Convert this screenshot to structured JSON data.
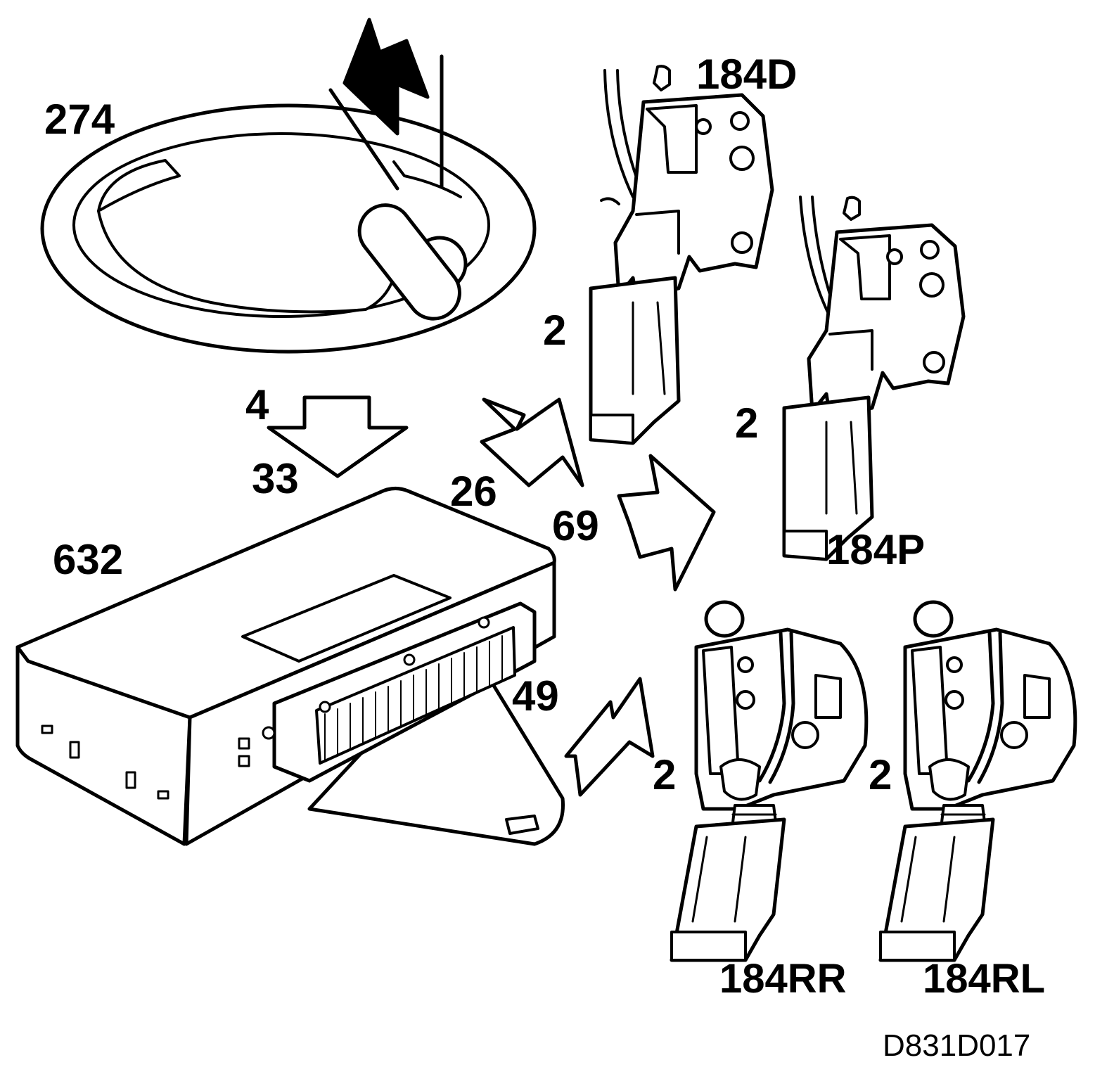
{
  "labels": {
    "switch": "274",
    "module": "632",
    "arrow_in_top": "4",
    "arrow_in_bottom": "33",
    "arrow_out_1": "26",
    "arrow_out_2": "69",
    "arrow_out_3": "49",
    "actuator_driver": "184D",
    "actuator_passenger": "184P",
    "actuator_rear_right": "184RR",
    "actuator_rear_left": "184RL",
    "wire_driver": "2",
    "wire_passenger": "2",
    "wire_rear_right": "2",
    "wire_rear_left": "2",
    "figure_code": "D831D017"
  },
  "colors": {
    "line": "#000000",
    "fill": "#ffffff"
  }
}
